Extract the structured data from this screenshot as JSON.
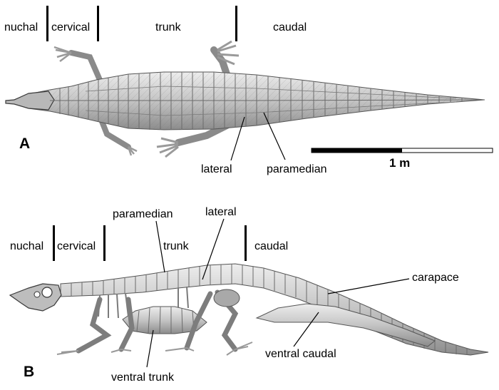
{
  "panel_a": {
    "letter": "A",
    "regions": {
      "nuchal": "nuchal",
      "cervical": "cervical",
      "trunk": "trunk",
      "caudal": "caudal"
    },
    "callouts": {
      "lateral": "lateral",
      "paramedian": "paramedian"
    },
    "scale_bar": {
      "label": "1 m"
    }
  },
  "panel_b": {
    "letter": "B",
    "regions": {
      "nuchal": "nuchal",
      "cervical": "cervical",
      "trunk": "trunk",
      "caudal": "caudal"
    },
    "callouts": {
      "paramedian": "paramedian",
      "lateral": "lateral",
      "carapace": "carapace",
      "ventral_caudal": "ventral caudal",
      "ventral_trunk": "ventral trunk"
    }
  },
  "colors": {
    "bone": "#c9c9c9",
    "bone_dark": "#6e6e6e",
    "line": "#000000"
  }
}
